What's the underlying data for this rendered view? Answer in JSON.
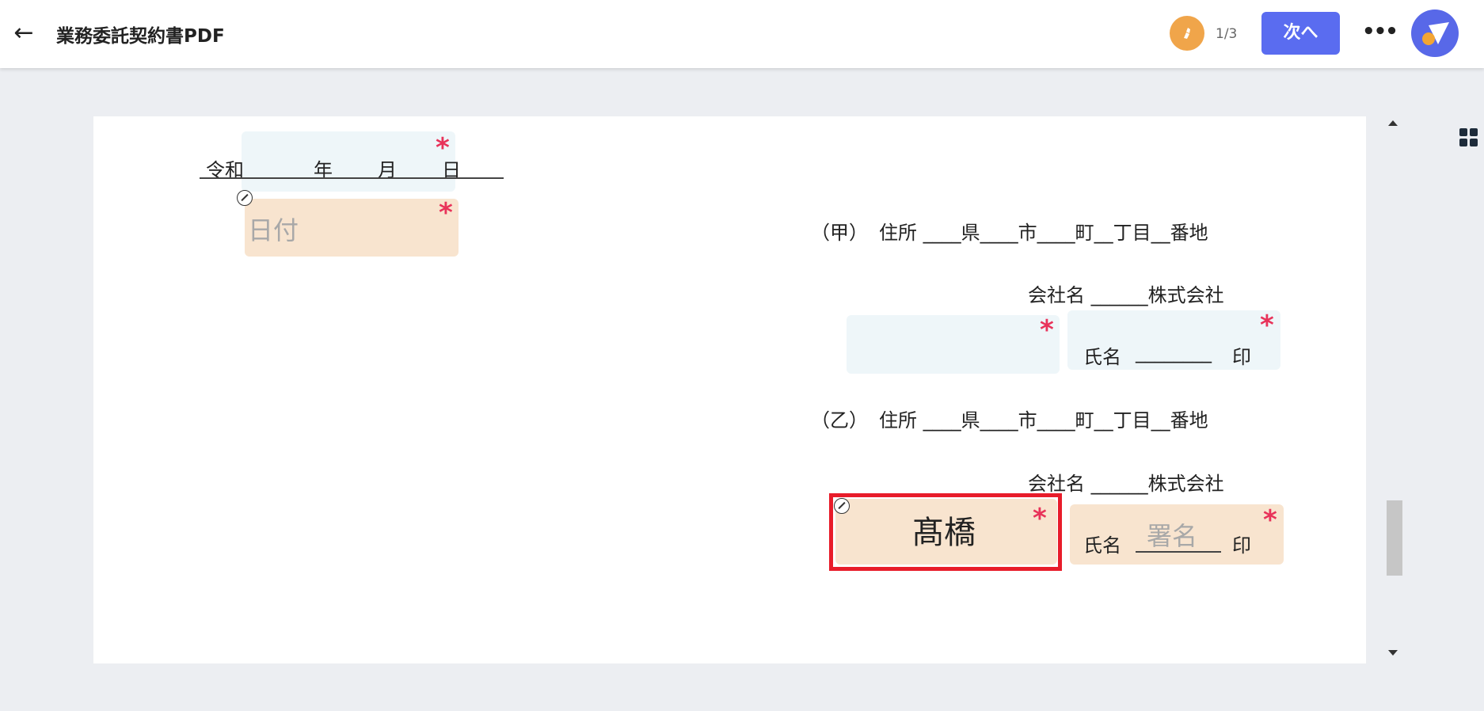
{
  "header": {
    "title": "業務委託契約書PDF",
    "page_counter": "1/3",
    "next_label": "次へ",
    "more_label": "•••"
  },
  "colors": {
    "accent": "#5a6cf0",
    "required_star": "#e8335a",
    "field_blue": "#eef6f9",
    "field_orange": "#f8e4cf",
    "selection_border": "#e81c2a"
  },
  "document": {
    "date_line": {
      "era": "令和",
      "year": "年",
      "month": "月",
      "day": "日"
    },
    "date_field": {
      "placeholder": "日付"
    },
    "party_a": {
      "label": "（甲）",
      "address": "住所 ____県____市____町__丁目__番地",
      "company": "会社名 ______株式会社",
      "name_label": "氏名",
      "name_blank": "________",
      "seal": "印"
    },
    "party_b": {
      "label": "（乙）",
      "address": "住所 ____県____市____町__丁目__番地",
      "company": "会社名 ______株式会社",
      "name_label": "氏名",
      "seal": "印",
      "name_field_value": "髙橋",
      "signature_placeholder": "署名"
    },
    "required_mark": "*"
  }
}
